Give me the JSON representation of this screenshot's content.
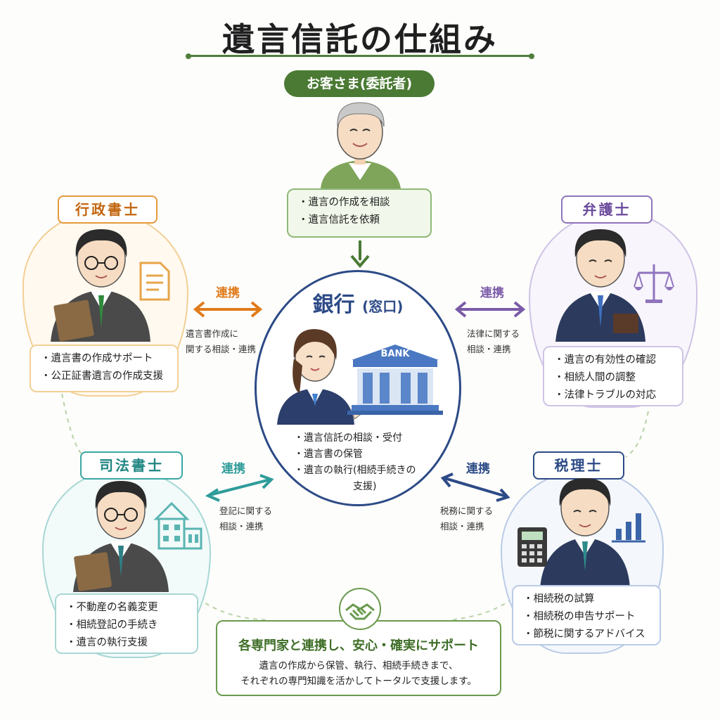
{
  "title": "遺言信託の仕組み",
  "client": {
    "label": "お客さま(委託者)",
    "items": [
      "遺言の作成を相談",
      "遺言信託を依頼"
    ]
  },
  "bank": {
    "title": "銀行",
    "title_sub": "(窓口)",
    "sign": "BANK",
    "items": [
      "遺言信託の相談・受付",
      "遺言書の保管",
      "遺言の執行(相続手続きの",
      "支援)"
    ]
  },
  "gyosei": {
    "title": "行政書士",
    "items": [
      "遺言書の作成サポート",
      "公正証書遺言の作成支援"
    ],
    "link_label": "連携",
    "link_note": [
      "遺言書作成に",
      "関する相談・連携"
    ]
  },
  "bengo": {
    "title": "弁護士",
    "items": [
      "遺言の有効性の確認",
      "相続人間の調整",
      "法律トラブルの対応"
    ],
    "link_label": "連携",
    "link_note": [
      "法律に関する",
      "相談・連携"
    ]
  },
  "shiho": {
    "title": "司法書士",
    "items": [
      "不動産の名義変更",
      "相続登記の手続き",
      "遺言の執行支援"
    ],
    "link_label": "連携",
    "link_note": [
      "登記に関する",
      "相談・連携"
    ]
  },
  "zeiri": {
    "title": "税理士",
    "items": [
      "相続税の試算",
      "相続税の申告サポート",
      "節税に関するアドバイス"
    ],
    "link_label": "連携",
    "link_note": [
      "税務に関する",
      "相談・連携"
    ]
  },
  "footer": {
    "heading": "各専門家と連携し、安心・確実にサポート",
    "lines": [
      "遺言の作成から保管、執行、相続手続きまで、",
      "それぞれの専門知識を活かしてトータルで支援します。"
    ]
  },
  "colors": {
    "green": "#4a7a33",
    "orange": "#e07b1a",
    "purple": "#7a5ba8",
    "teal": "#2f9c9a",
    "blue": "#2c4a86"
  },
  "icons": [
    "document-icon",
    "scales-icon",
    "building-icon",
    "bar-chart-icon",
    "bank-building-icon",
    "handshake-icon",
    "calculator-icon"
  ]
}
